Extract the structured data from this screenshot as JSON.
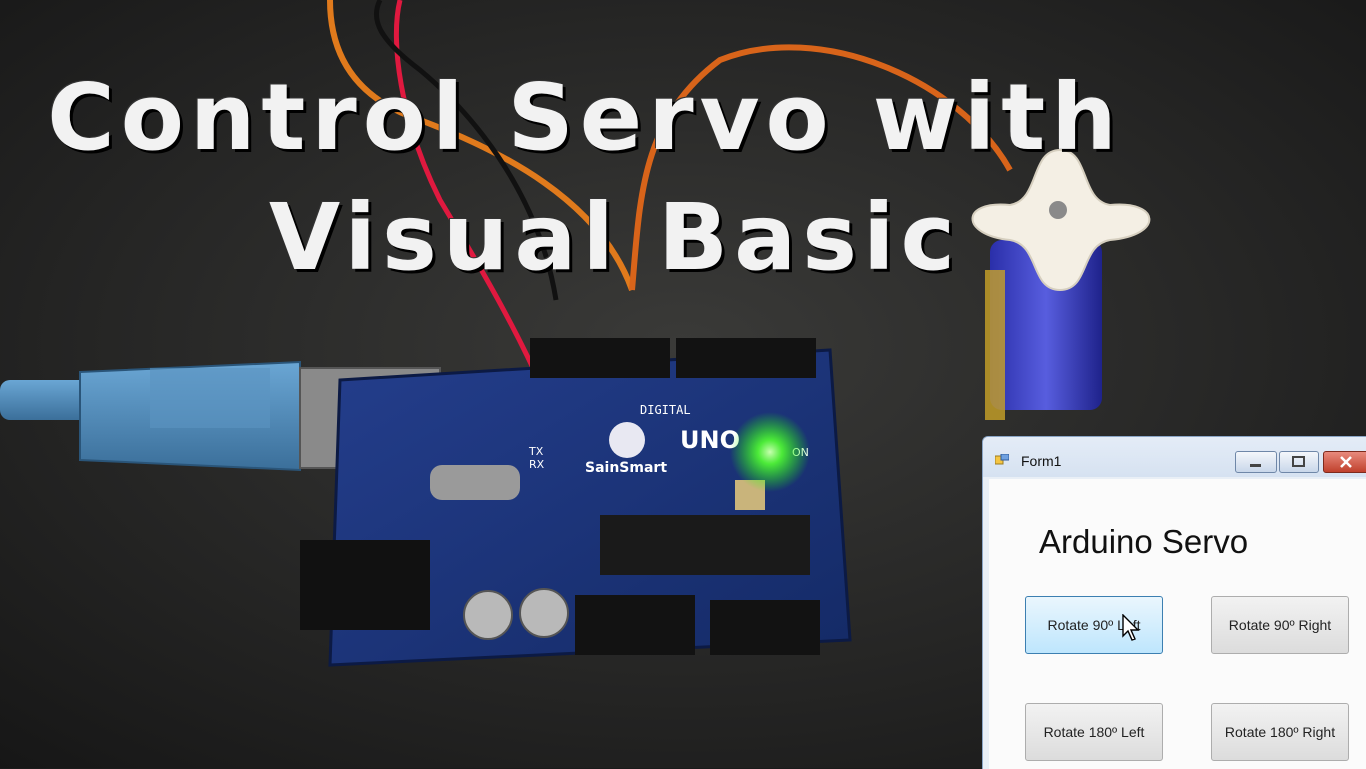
{
  "overlay": {
    "title_line1": "Control Servo with",
    "title_line2": "Visual Basic"
  },
  "scene": {
    "board_label": "SainSmart",
    "board_model": "UNO",
    "header_label": "DIGITAL",
    "pin_labels": [
      "TX",
      "RX",
      "ON"
    ]
  },
  "window": {
    "title": "Form1",
    "heading": "Arduino Servo",
    "buttons": {
      "rotate_90_left": "Rotate 90º Left",
      "rotate_90_right": "Rotate 90º Right",
      "rotate_180_left": "Rotate 180º Left",
      "rotate_180_right": "Rotate 180º Right"
    },
    "icons": [
      "app-icon",
      "minimize-icon",
      "maximize-icon",
      "close-icon",
      "mouse-cursor-icon"
    ],
    "colors": {
      "titlebar": "#d6e2f1",
      "close_button": "#c0412d",
      "hover_button": "#bee6fd"
    }
  }
}
